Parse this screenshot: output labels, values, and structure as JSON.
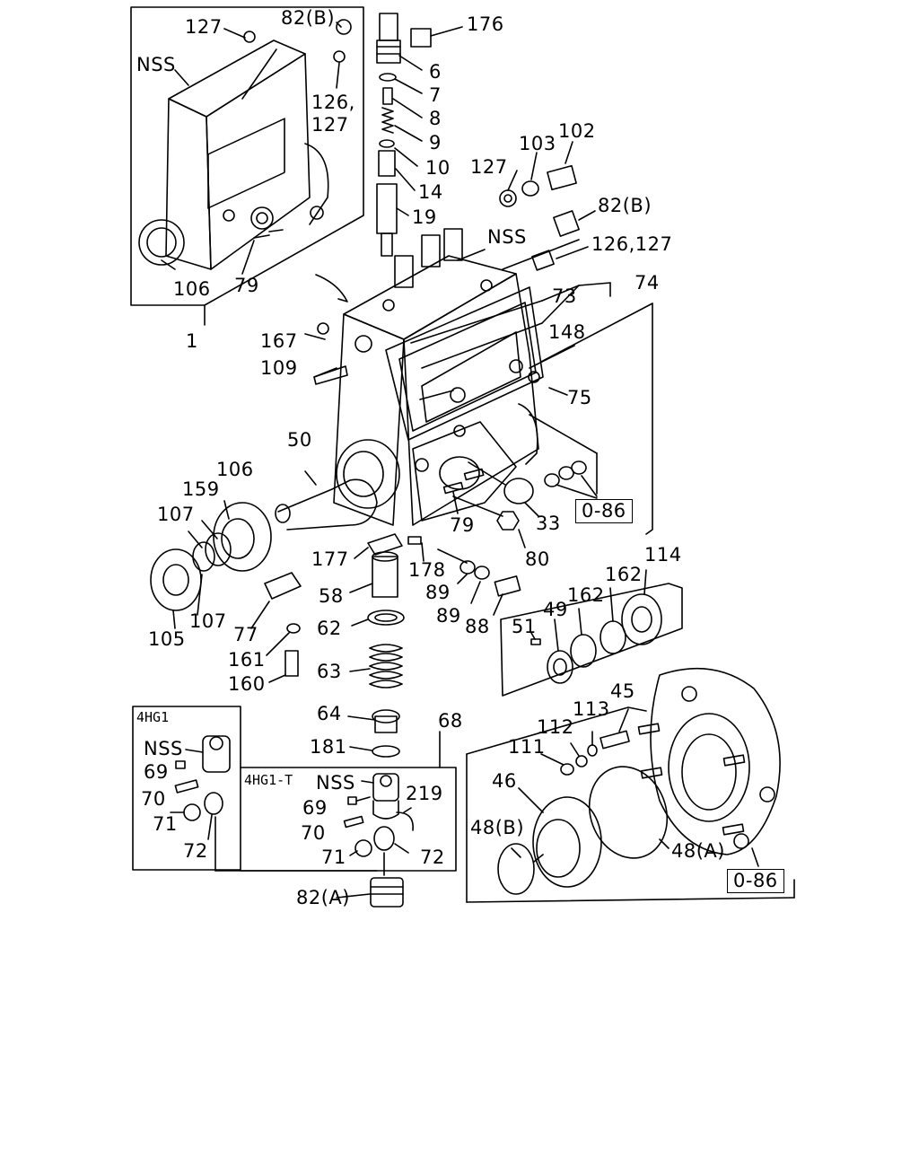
{
  "labels": {
    "l127a": "127",
    "l82b_top": "82(B)",
    "lnss1": "NSS",
    "l176": "176",
    "l6": "6",
    "l7": "7",
    "l8": "8",
    "l9": "9",
    "l10": "10",
    "l14": "14",
    "l19": "19",
    "l126a": "126,",
    "l127b": "127",
    "l103": "103",
    "l102": "102",
    "l127c": "127",
    "l82b_mid": "82(B)",
    "lnss2": "NSS",
    "l126_127": "126,127",
    "l106a": "106",
    "l79a": "79",
    "l1": "1",
    "l73": "73",
    "l74": "74",
    "l167": "167",
    "l148": "148",
    "l109": "109",
    "l75": "75",
    "l50": "50",
    "l106b": "106",
    "l159": "159",
    "l107a": "107",
    "l79b": "79",
    "l33": "33",
    "l177": "177",
    "l178": "178",
    "l80": "80",
    "l105": "105",
    "l107b": "107",
    "l58": "58",
    "l89a": "89",
    "l89b": "89",
    "l88": "88",
    "l114": "114",
    "l162a": "162",
    "l162b": "162",
    "l49": "49",
    "l51": "51",
    "l77": "77",
    "l62": "62",
    "l161": "161",
    "l63": "63",
    "l160": "160",
    "l45": "45",
    "l113": "113",
    "l112": "112",
    "l111": "111",
    "l64": "64",
    "l68": "68",
    "l181": "181",
    "l4hg1": "4HG1",
    "lnss3": "NSS",
    "l69a": "69",
    "l70a": "70",
    "l71a": "71",
    "l72a": "72",
    "l4hg1t": "4HG1-T",
    "lnss4": "NSS",
    "l69b": "69",
    "l219": "219",
    "l70b": "70",
    "l71b": "71",
    "l72b": "72",
    "l46": "46",
    "l48b": "48(B)",
    "l48a": "48(A)",
    "l82a": "82(A)"
  },
  "refs": {
    "r086a": "0-86",
    "r086b": "0-86"
  }
}
